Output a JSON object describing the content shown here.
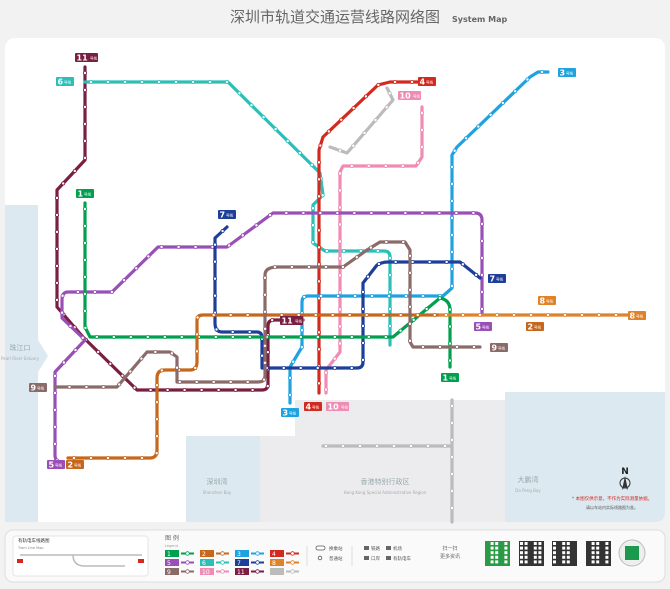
{
  "header": {
    "title": "深圳市轨道交通运营线路网络图",
    "subtitle": "System Map"
  },
  "lines": [
    {
      "id": "1",
      "color": "#00a04e"
    },
    {
      "id": "2",
      "color": "#c6671b"
    },
    {
      "id": "3",
      "color": "#1fa3e0"
    },
    {
      "id": "4",
      "color": "#d22a1e"
    },
    {
      "id": "5",
      "color": "#9a4fb6"
    },
    {
      "id": "6",
      "color": "#2bbfb8"
    },
    {
      "id": "7",
      "color": "#1d3f9a"
    },
    {
      "id": "8",
      "color": "#e0822a"
    },
    {
      "id": "9",
      "color": "#8a6b69"
    },
    {
      "id": "10",
      "color": "#f08bb4"
    },
    {
      "id": "11",
      "color": "#7a1f42"
    },
    {
      "id": "",
      "color": "#bbbbbb"
    }
  ],
  "badge_suffix": "号线",
  "regions": {
    "pearl": {
      "cn": "珠江口",
      "en": "Pearl River Estuary"
    },
    "bay": {
      "cn": "深圳湾",
      "en": "Shenzhen Bay"
    },
    "hk": {
      "cn": "香港特别行政区",
      "en": "Hong Kong Special Administrative Region"
    },
    "dapeng": {
      "cn": "大鹏湾",
      "en": "Da Peng Bay"
    }
  },
  "compass": "N",
  "note": {
    "red": "* 本图仅供示意，不作为实际测量依据。",
    "black": "请以车站内实际线路图为准。"
  },
  "legend": {
    "title": "图 例",
    "title_en": "Legend",
    "tram_title": "有轨电车线路图",
    "tram_en": "Tram Line Map",
    "symbols": [
      "换乘站",
      "普通站",
      "铁路",
      "机场",
      "口岸",
      "有轨电车"
    ],
    "qr_title": "扫一扫",
    "qr_sub": "更多资讯"
  }
}
